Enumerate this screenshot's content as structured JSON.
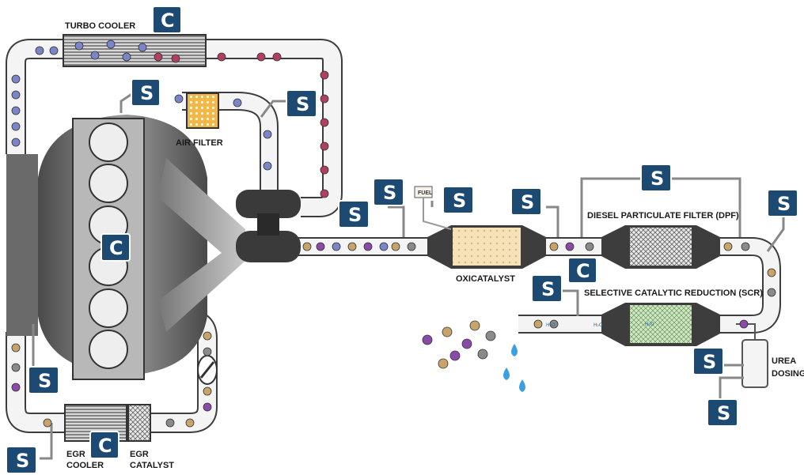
{
  "labels": {
    "turbo_cooler": "TURBO COOLER",
    "air_filter": "AIR FILTER",
    "fuel": "FUEL",
    "oxicatalyst": "OXICATALYST",
    "dpf": "DIESEL PARTICULATE FILTER (DPF)",
    "scr": "SELECTIVE CATALYTIC REDUCTION (SCR)",
    "urea_line1": "UREA",
    "urea_line2": "DOSING",
    "egr_cooler_line1": "EGR",
    "egr_cooler_line2": "COOLER",
    "egr_catalyst_line1": "EGR",
    "egr_catalyst_line2": "CATALYST",
    "h2o": "H₂O"
  },
  "badges": {
    "sensor_letter": "S",
    "component_letter": "C"
  },
  "colors": {
    "badge_bg": "#1c4a72",
    "badge_border": "#ffffff",
    "pipe_outline": "#3d3d3d",
    "pipe_fill": "#f4f4f4",
    "engine_dark": "#555555",
    "engine_mid": "#8a8a8a",
    "particle_blue": "#7a86c8",
    "particle_red": "#b04060",
    "particle_purple": "#8a4aa8",
    "particle_tan": "#c8a46a",
    "particle_grey": "#8a8a8a",
    "water_blue": "#3aa0e0"
  }
}
